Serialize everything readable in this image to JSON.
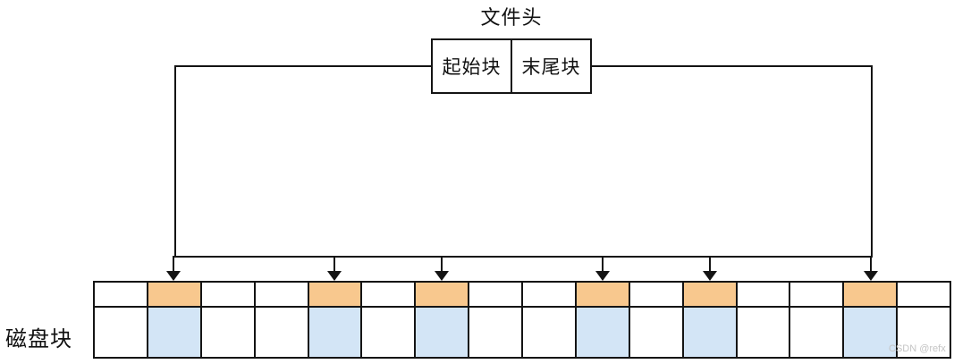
{
  "title": "文件头",
  "header_box": {
    "cells": [
      {
        "label": "起始块"
      },
      {
        "label": "末尾块"
      }
    ]
  },
  "disk_label": "磁盘块",
  "watermark": "CSDN @refx",
  "diagram": {
    "type": "file-allocation-diagram",
    "columns": 16,
    "rows": 2,
    "highlighted_columns": [
      1,
      4,
      6,
      9,
      11,
      14
    ],
    "arrow_count": 6,
    "colors": {
      "highlight_top": "#f8c88e",
      "highlight_bottom": "#d3e5f6",
      "line": "#141414",
      "watermark": "#c4c4c4",
      "background": "#ffffff"
    }
  }
}
